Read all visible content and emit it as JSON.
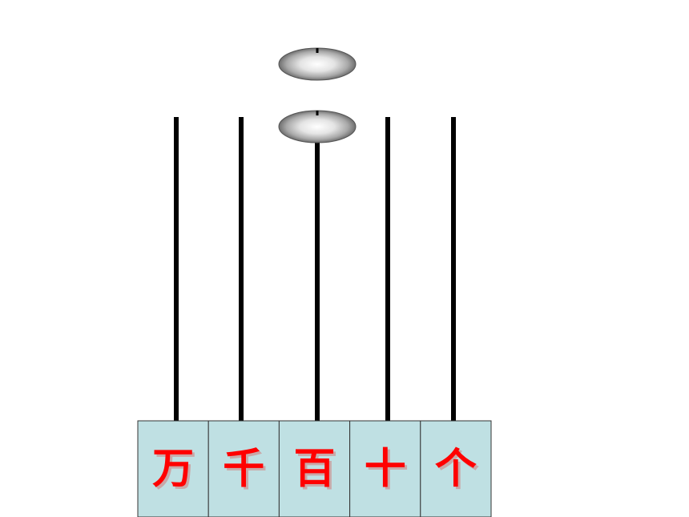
{
  "abacus": {
    "places": [
      {
        "label": "万",
        "beads": 0
      },
      {
        "label": "千",
        "beads": 0
      },
      {
        "label": "百",
        "beads": 2
      },
      {
        "label": "十",
        "beads": 0
      },
      {
        "label": "个",
        "beads": 0
      }
    ],
    "colors": {
      "rod": "#000000",
      "label": "#ff0000",
      "cell": "#bfe0e3",
      "bead_light": "#ffffff",
      "bead_dark": "#6e6e6e"
    }
  }
}
